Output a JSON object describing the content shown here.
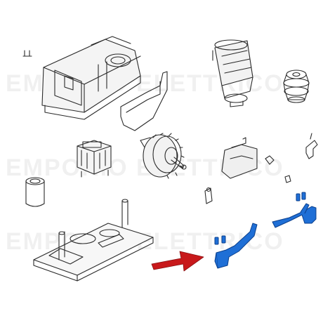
{
  "watermark": {
    "rows": [
      "EMPORIO ELETTRICO",
      "EMPORIO ELETTRICO",
      "EMPORIO ELETTRICO"
    ],
    "color": "#000000"
  },
  "diagram": {
    "line_color": "#2a2a2a",
    "highlight_color": "#1f6fd6",
    "arrow_color": "#c8191b",
    "parts": [
      {
        "name": "gearbox-housing",
        "highlighted": false
      },
      {
        "name": "gasket",
        "highlighted": false
      },
      {
        "name": "motor",
        "highlighted": false
      },
      {
        "name": "pulley",
        "highlighted": false
      },
      {
        "name": "transformer",
        "highlighted": false
      },
      {
        "name": "drive-gear-shaft",
        "highlighted": false
      },
      {
        "name": "bushing",
        "highlighted": false
      },
      {
        "name": "cover-bracket",
        "highlighted": false
      },
      {
        "name": "small-screw",
        "highlighted": false
      },
      {
        "name": "lever-bracket",
        "highlighted": false
      },
      {
        "name": "base-plate",
        "highlighted": false
      },
      {
        "name": "limit-switch-bracket-left",
        "highlighted": true
      },
      {
        "name": "limit-switch-bracket-right",
        "highlighted": true
      },
      {
        "name": "pointer-arrow",
        "highlighted": false
      }
    ]
  }
}
